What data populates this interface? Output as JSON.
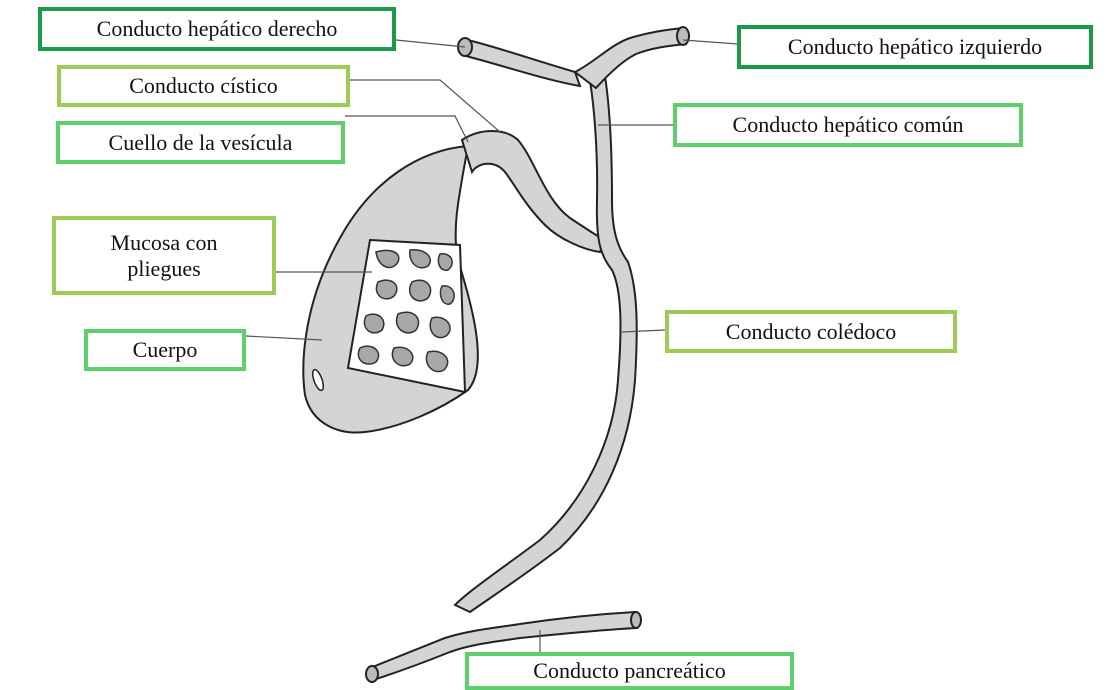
{
  "labels": {
    "conducto_hepatico_derecho": "Conducto hepático derecho",
    "conducto_hepatico_izquierdo": "Conducto hepático izquierdo",
    "conducto_cistico": "Conducto cístico",
    "cuello_vesicula": "Cuello de la vesícula",
    "conducto_hepatico_comun": "Conducto hepático común",
    "mucosa_line1": "Mucosa con",
    "mucosa_line2": "pliegues",
    "cuerpo": "Cuerpo",
    "conducto_coledoco": "Conducto colédoco",
    "conducto_pancreatico": "Conducto pancreático"
  },
  "colors": {
    "border_dark_green": "#1a9a4c",
    "border_green": "#5fcf6e",
    "border_yellow_green": "#9ccc55",
    "organ_fill": "#d4d4d4",
    "outline": "#222222",
    "leader_line": "#555555"
  }
}
